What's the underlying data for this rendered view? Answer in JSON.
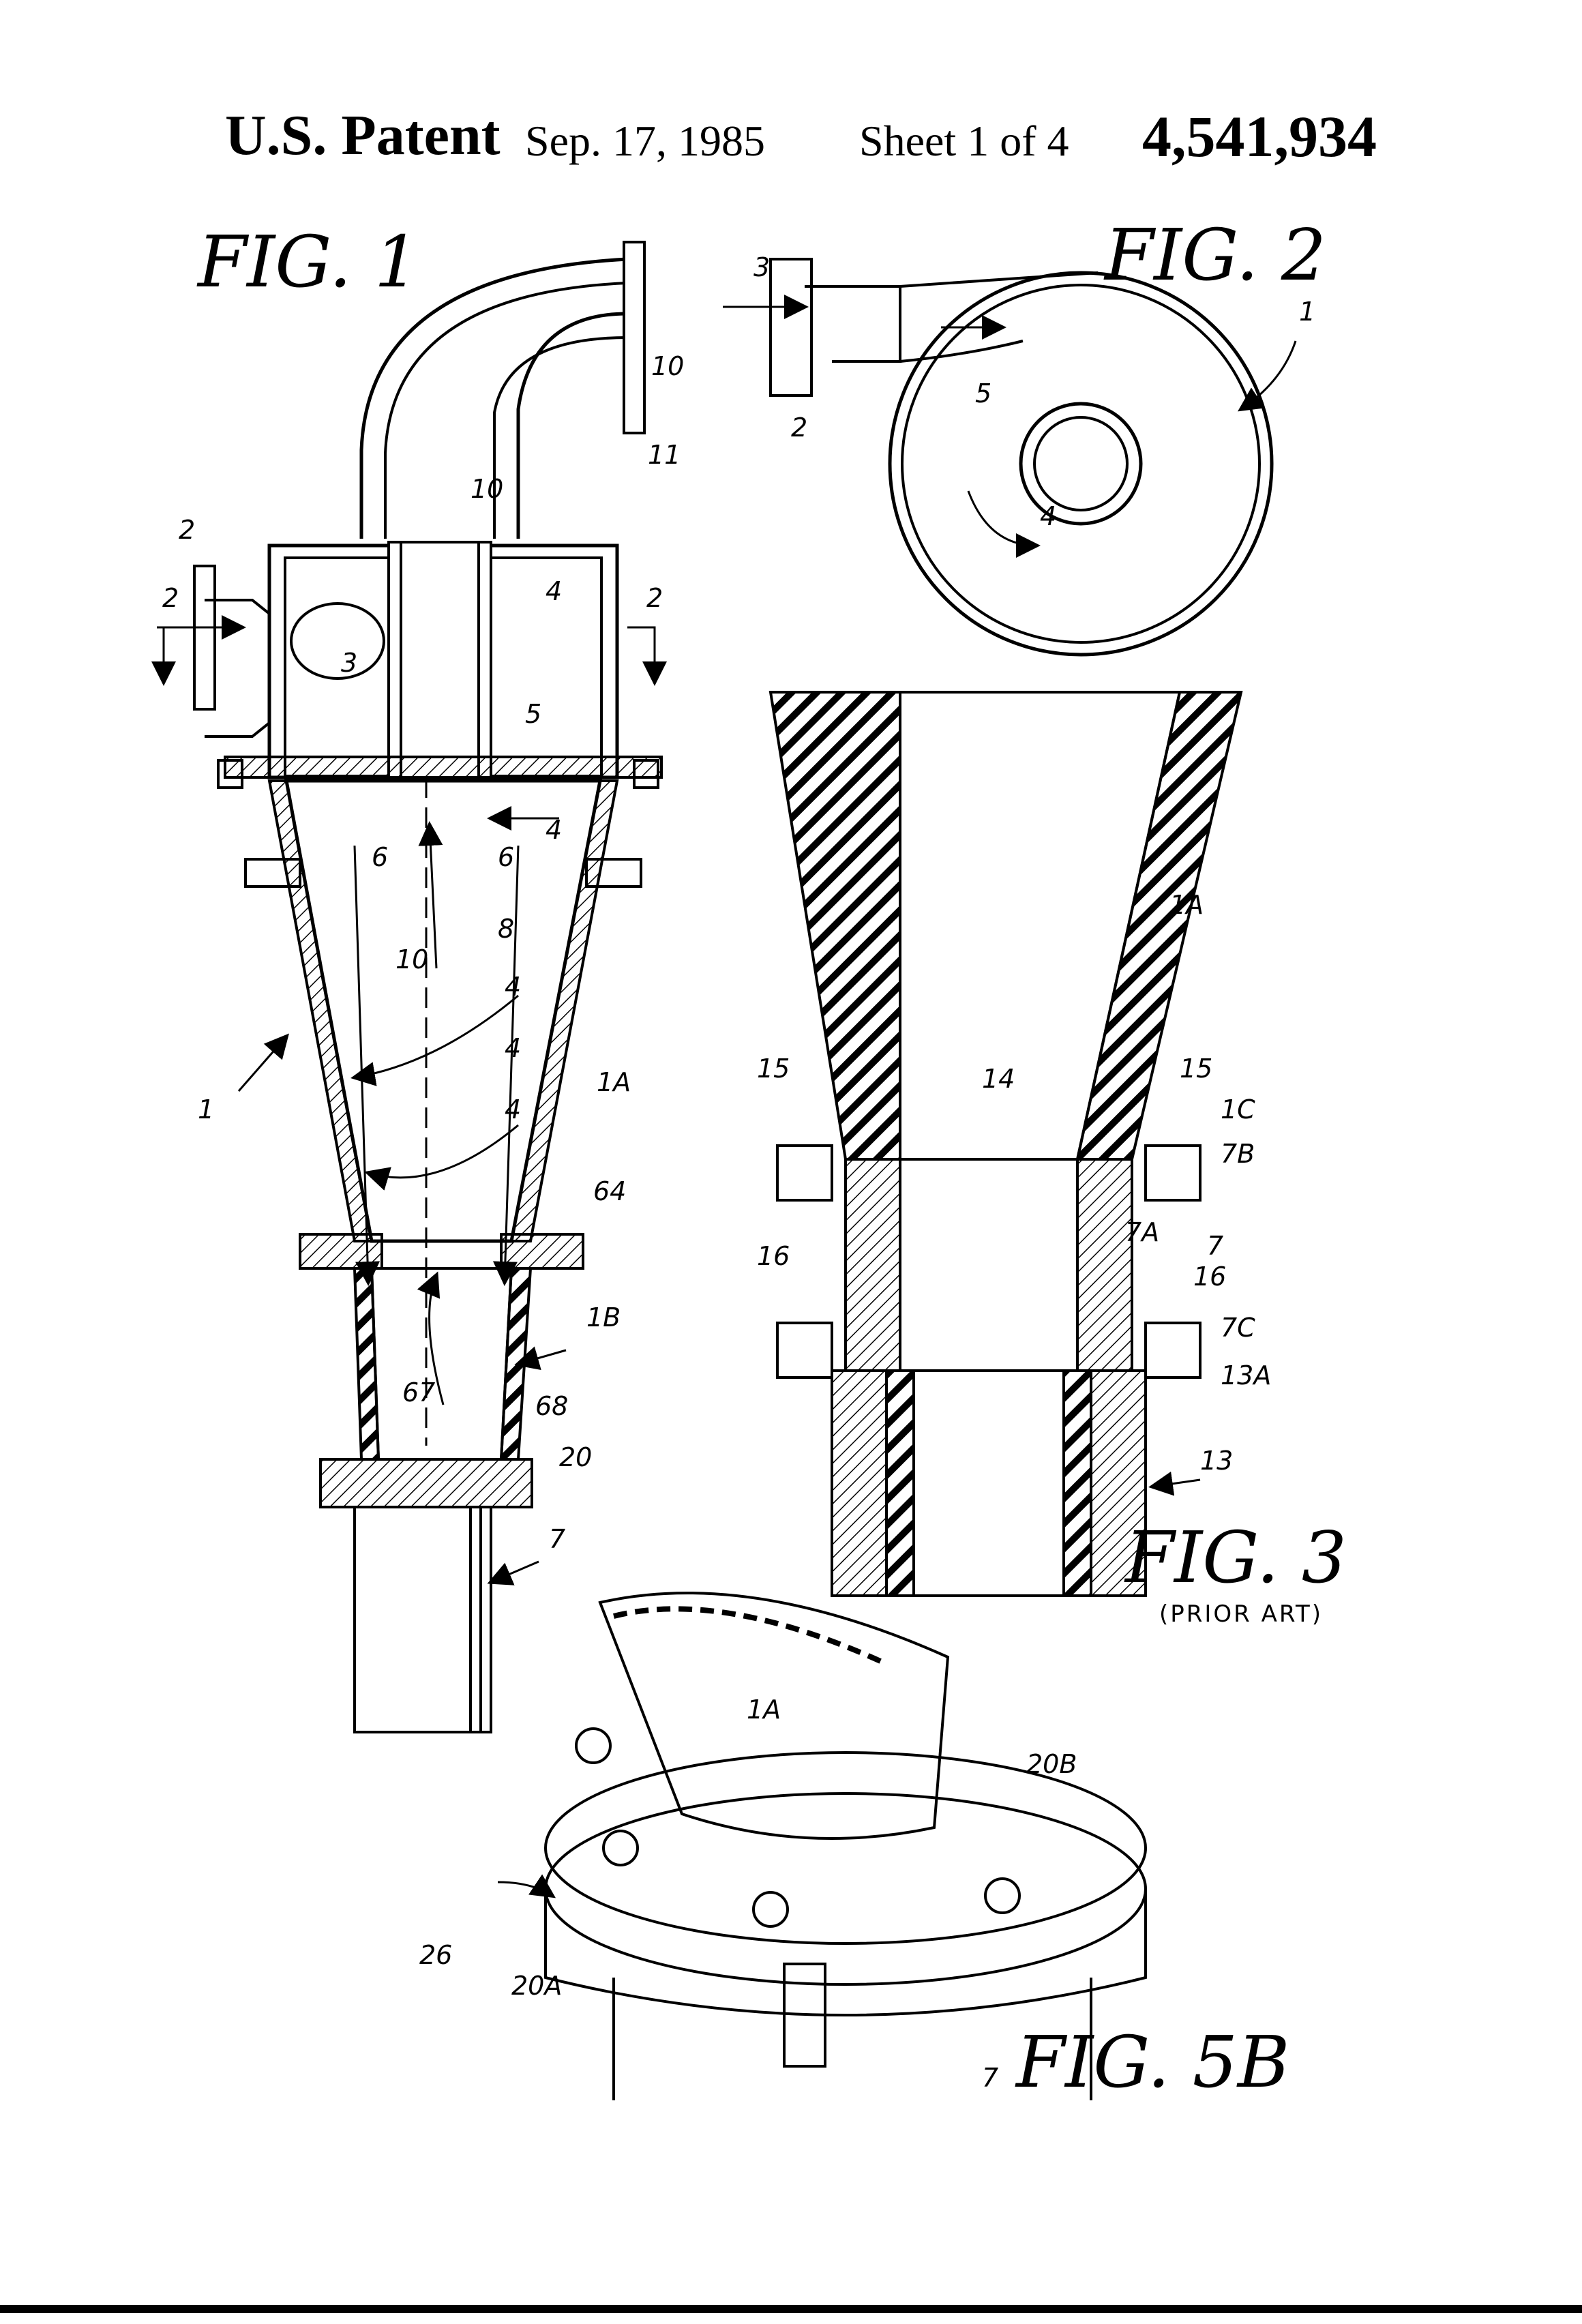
{
  "header": {
    "patent_label": "U.S. Patent",
    "date": "Sep. 17, 1985",
    "sheet": "Sheet 1 of 4",
    "patent_number": "4,541,934"
  },
  "figures": {
    "fig1": {
      "caption": "FIG. 1",
      "labels": [
        "10",
        "10",
        "11",
        "2",
        "2",
        "2",
        "3",
        "4",
        "4",
        "4",
        "4",
        "5",
        "6",
        "6",
        "8",
        "10",
        "4",
        "1A",
        "1",
        "64",
        "1B",
        "67",
        "68",
        "20",
        "7"
      ]
    },
    "fig2": {
      "caption": "FIG. 2",
      "labels": [
        "3",
        "2",
        "1",
        "5",
        "4"
      ]
    },
    "fig3": {
      "caption": "FIG. 3",
      "note": "(PRIOR ART)",
      "labels": [
        "1A",
        "15",
        "15",
        "14",
        "1C",
        "7B",
        "7A",
        "7",
        "16",
        "16",
        "7C",
        "13A",
        "13"
      ]
    },
    "fig5b": {
      "caption": "FIG. 5B",
      "labels": [
        "1A",
        "20B",
        "26",
        "20A",
        "7"
      ]
    }
  }
}
